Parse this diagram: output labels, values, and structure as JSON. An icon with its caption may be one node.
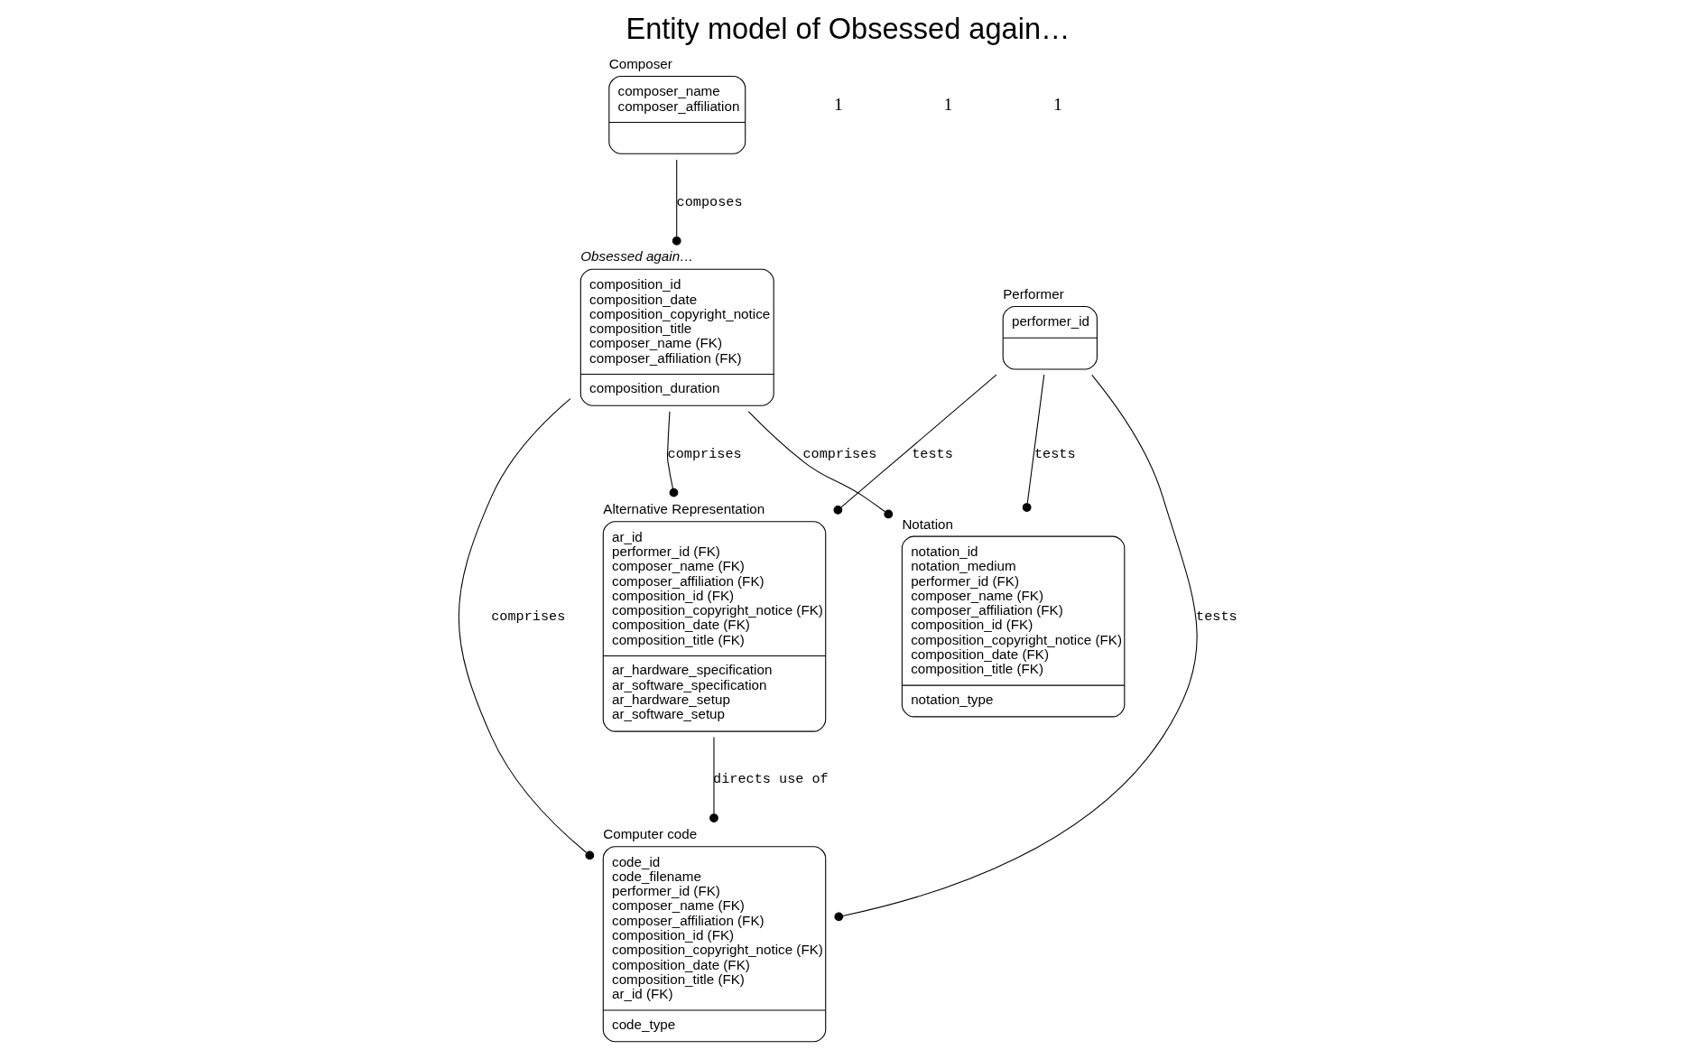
{
  "diagram": {
    "title": "Entity model of Obsessed again…",
    "nodes": [
      {
        "text": [
          "Composer",
          "composer_name",
          "composer_affiliation"
        ]
      },
      {
        "text": [
          "Obsessed again…",
          "composition_id",
          "composition_date",
          "composition_copyright_notice",
          "composition_title",
          "composer_name (FK)",
          "composer_affiliation (FK)",
          "composition_duration"
        ]
      },
      {
        "text": [
          "Notation",
          "notation_id",
          "notation_medium",
          "performer_id (FK)",
          "composer_name (FK)",
          "composer_affiliation (FK)",
          "composition_id (FK)",
          "composition_copyright_notice (FK)",
          "composition_date (FK)",
          "composition_title (FK)",
          "notation_type"
        ]
      },
      {
        "text": [
          "Computer code",
          "code_id",
          "code_filename",
          "performer_id (FK)",
          "composer_name (FK)",
          "composer_affiliation (FK)",
          "composition_id (FK)",
          "composition_copyright_notice (FK)",
          "composition_date (FK)",
          "composition_title (FK)",
          "ar_id (FK)",
          "code_type"
        ]
      },
      {
        "text": [
          "Alternative Representation",
          "ar_id",
          "performer_id (FK)",
          "composer_name (FK)",
          "composer_affiliation (FK)",
          "composition_id (FK)",
          "composition_copyright_notice (FK)",
          "composition_date (FK)",
          "composition_title (FK)",
          "ar_hardware_specification",
          "ar_software_specification",
          "ar_hardware_setup",
          "ar_software_setup"
        ]
      },
      {
        "text": [
          "Performer",
          "performer_id"
        ]
      }
    ],
    "edges": [
      {
        "from": 0,
        "to": 1,
        "arrow": "other",
        "label": "composes"
      },
      {
        "from": 1,
        "to": 2,
        "arrow": "other",
        "label": "comprises"
      },
      {
        "from": 1,
        "to": 3,
        "arrow": "other",
        "label": "comprises"
      },
      {
        "from": 1,
        "to": 4,
        "arrow": "other",
        "label": "comprises"
      },
      {
        "from": 5,
        "to": 2,
        "arrow": "other",
        "label": "tests"
      },
      {
        "from": 5,
        "to": 3,
        "arrow": "other",
        "label": "tests"
      },
      {
        "from": 4,
        "to": 3,
        "arrow": "other",
        "label": "directs use of"
      },
      {
        "from": 5,
        "to": 4,
        "arrow": "other",
        "label": "tests"
      }
    ],
    "labels": [
      "1",
      "1",
      "1"
    ]
  }
}
